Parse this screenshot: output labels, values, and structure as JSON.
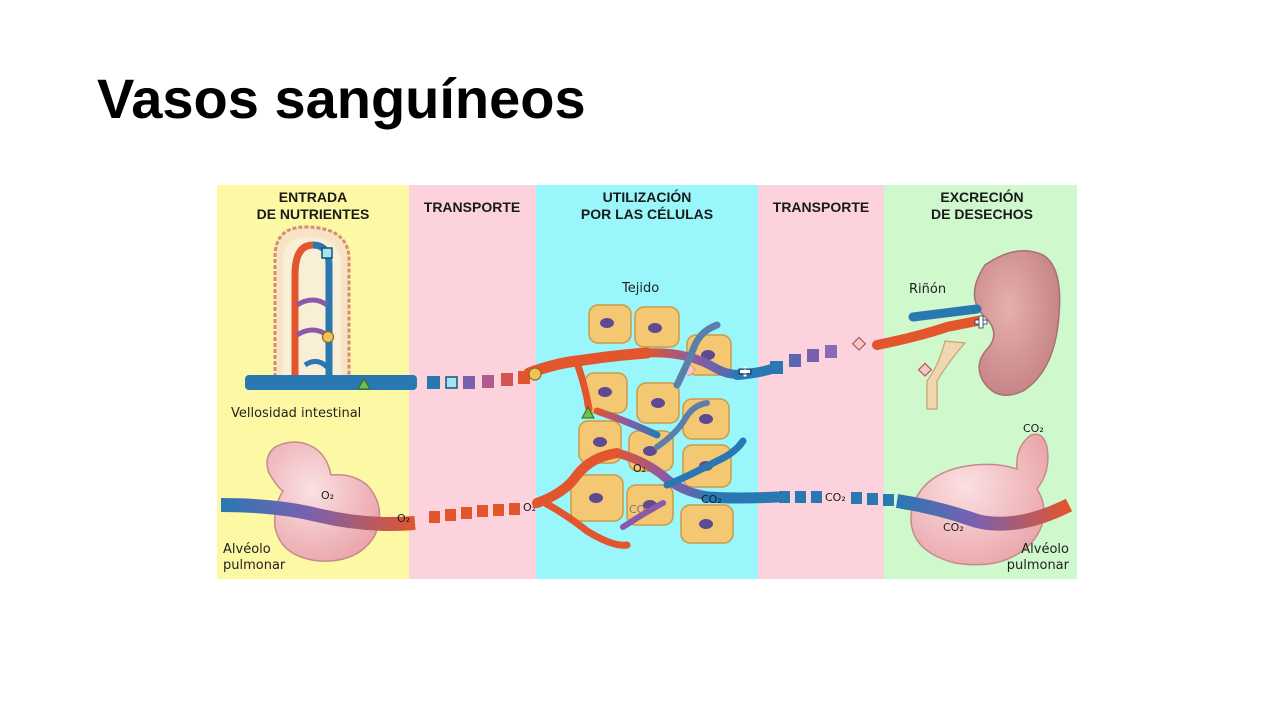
{
  "title": "Vasos sanguíneos",
  "diagram": {
    "columns": [
      {
        "line1": "ENTRADA",
        "line2": "DE NUTRIENTES"
      },
      {
        "line1": "TRANSPORTE",
        "line2": ""
      },
      {
        "line1": "UTILIZACIÓN",
        "line2": "POR LAS CÉLULAS"
      },
      {
        "line1": "TRANSPORTE",
        "line2": ""
      },
      {
        "line1": "EXCRECIÓN",
        "line2": "DE DESECHOS"
      }
    ],
    "labels": {
      "villus": "Vellosidad intestinal",
      "tissue": "Tejido",
      "kidney": "Riñón",
      "alveolus_left_1": "Alvéolo",
      "alveolus_left_2": "pulmonar",
      "alveolus_right_1": "Alvéolo",
      "alveolus_right_2": "pulmonar"
    },
    "gases": {
      "o2_alveolus": "O₂",
      "o2_leaving": "O₂",
      "o2_arriving": "O₂",
      "o2_tissue": "O₂",
      "co2_tissue": "CO₂",
      "co2_vessel": "CO₂",
      "co2_transport": "CO₂",
      "co2_alveolus": "CO₂",
      "co2_exhaled": "CO₂"
    },
    "colors": {
      "yellow_panel": "#fcf8a3",
      "pink_panel": "#fcd3dd",
      "cyan_panel": "#99f6fb",
      "green_panel": "#cff8cc",
      "artery": "#e2552d",
      "vein": "#2a78b2",
      "cell": "#f4c872",
      "nucleus": "#5e4a92",
      "organ": "#eab3b6"
    },
    "icons": [
      "square-marker-icon",
      "circle-marker-icon",
      "triangle-marker-icon",
      "plus-marker-icon",
      "diamond-marker-icon"
    ]
  }
}
